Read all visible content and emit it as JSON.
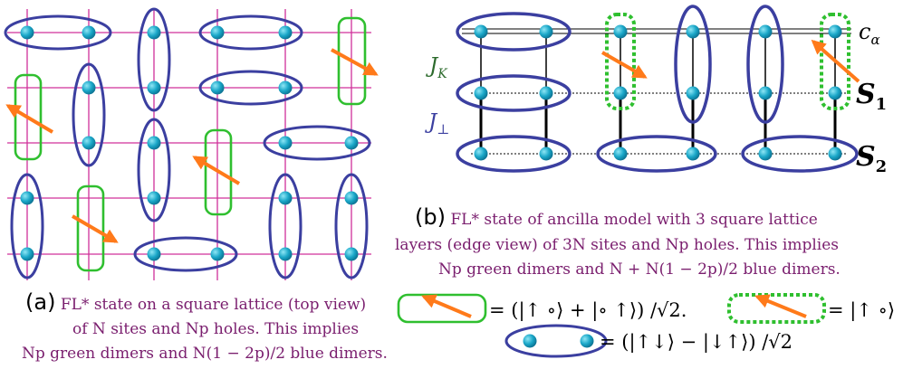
{
  "panel_a": {
    "letter": "(a)",
    "caption_lines": [
      " FL* state on a square lattice (top view)",
      "of N sites and Np holes. This implies",
      "Np green dimers and N(1 − 2p)/2 blue dimers."
    ]
  },
  "panel_b": {
    "letter": "(b)",
    "caption_lines": [
      " FL* state of ancilla model with 3 square lattice",
      "layers (edge view) of 3N sites and Np holes. This implies",
      "Np green dimers and N + N(1 − 2p)/2 blue dimers."
    ],
    "label_c": "c",
    "label_c_sub": "α",
    "label_jk": "J",
    "label_jk_sub": "K",
    "label_jperp": "J",
    "label_jperp_sub": "⊥",
    "label_s1": "S",
    "label_s1_sub": "1",
    "label_s2": "S",
    "label_s2_sub": "2"
  },
  "legend": {
    "green_eq": "= (|↑ ∘⟩ + |∘ ↑⟩) /√2.",
    "dotted_eq": "= |↑ ∘⟩",
    "blue_eq": "= (|↑↓⟩ − |↓↑⟩) /√2"
  },
  "colors": {
    "site": "#1aa7c8",
    "blue_dimer": "#3b3fa0",
    "green_dimer": "#2fbf2f",
    "arrow": "#ff7a1a",
    "grid": "#d0309a",
    "caption": "#7a1e6e"
  }
}
